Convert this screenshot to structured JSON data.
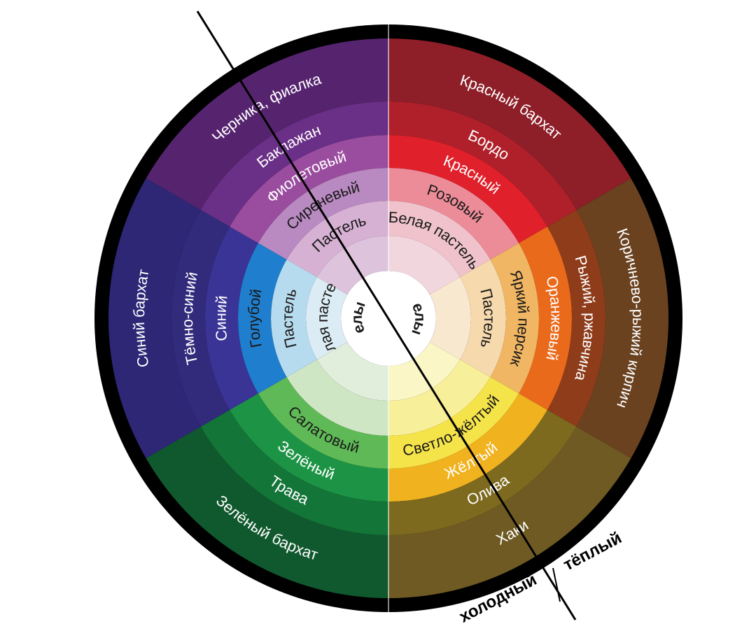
{
  "wheel": {
    "segments": [
      {
        "name": "purple",
        "rings": [
          {
            "color": "#ddc4dc",
            "label": "",
            "text_color": "dark"
          },
          {
            "color": "#d7b1d4",
            "label": "Пастель",
            "text_color": "dark"
          },
          {
            "color": "#b98ac1",
            "label": "Сиреневый",
            "text_color": "dark"
          },
          {
            "color": "#9a4d9e",
            "label": "Фиолетовый",
            "text_color": "light"
          },
          {
            "color": "#6a2f86",
            "label": "Баклажан",
            "text_color": "light"
          },
          {
            "color": "#56246f",
            "label": "Черника, фиалка",
            "text_color": "light"
          }
        ]
      },
      {
        "name": "red",
        "rings": [
          {
            "color": "#f2d6dd",
            "label": "",
            "text_color": "dark"
          },
          {
            "color": "#f0c3cc",
            "label": "Белая пастель",
            "text_color": "dark"
          },
          {
            "color": "#ec8c98",
            "label": "Розовый",
            "text_color": "dark"
          },
          {
            "color": "#e0202a",
            "label": "Красный",
            "text_color": "light"
          },
          {
            "color": "#b0202a",
            "label": "Бордо",
            "text_color": "light"
          },
          {
            "color": "#8e1e28",
            "label": "Красный бархат",
            "text_color": "light"
          }
        ]
      },
      {
        "name": "orange",
        "rings": [
          {
            "color": "#f9e8d0",
            "label": "",
            "text_color": "dark"
          },
          {
            "color": "#f6d9ac",
            "label": "Пастель",
            "text_color": "dark"
          },
          {
            "color": "#f0b663",
            "label": "Яркий персик",
            "text_color": "dark"
          },
          {
            "color": "#ea6a1c",
            "label": "Оранжевый",
            "text_color": "light"
          },
          {
            "color": "#8e3c1a",
            "label": "Рыжий, ржавчина",
            "text_color": "light"
          },
          {
            "color": "#6a4220",
            "label": "Коричнево-рыжий кирпич",
            "text_color": "light"
          }
        ]
      },
      {
        "name": "yellow",
        "rings": [
          {
            "color": "#fbf6c6",
            "label": "",
            "text_color": "dark"
          },
          {
            "color": "#f8ef9a",
            "label": "",
            "text_color": "dark"
          },
          {
            "color": "#f5e34a",
            "label": "Светло-жёлтый",
            "text_color": "dark"
          },
          {
            "color": "#f0b21e",
            "label": "Жёлтый",
            "text_color": "light"
          },
          {
            "color": "#7d6a1f",
            "label": "Олива",
            "text_color": "light"
          },
          {
            "color": "#6e5a22",
            "label": "Хаки",
            "text_color": "light"
          }
        ]
      },
      {
        "name": "green",
        "rings": [
          {
            "color": "#e0eedb",
            "label": "",
            "text_color": "dark"
          },
          {
            "color": "#cfe6c4",
            "label": "",
            "text_color": "dark"
          },
          {
            "color": "#5fb956",
            "label": "Салатовый",
            "text_color": "dark"
          },
          {
            "color": "#1d9445",
            "label": "Зелёный",
            "text_color": "light"
          },
          {
            "color": "#137538",
            "label": "Трава",
            "text_color": "light"
          },
          {
            "color": "#10592e",
            "label": "Зелёный бархат",
            "text_color": "light"
          }
        ]
      },
      {
        "name": "blue",
        "rings": [
          {
            "color": "#dcecf4",
            "label": "Белая пастель",
            "text_color": "dark"
          },
          {
            "color": "#b7dbee",
            "label": "Пастель",
            "text_color": "dark"
          },
          {
            "color": "#1f7fce",
            "label": "Голубой",
            "text_color": "dark"
          },
          {
            "color": "#3a3497",
            "label": "Синий",
            "text_color": "light"
          },
          {
            "color": "#322b7c",
            "label": "Тёмно-синий",
            "text_color": "light"
          },
          {
            "color": "#2d2776",
            "label": "Синий бархат",
            "text_color": "light"
          }
        ]
      }
    ],
    "center_labels": [
      "Белый",
      "Белый"
    ],
    "center_color": "#ffffff",
    "outer_rim_color": "#000000",
    "divider_color": "#ffffff"
  },
  "temperature": {
    "cold_label": "холодный",
    "warm_label": "тёплый"
  }
}
